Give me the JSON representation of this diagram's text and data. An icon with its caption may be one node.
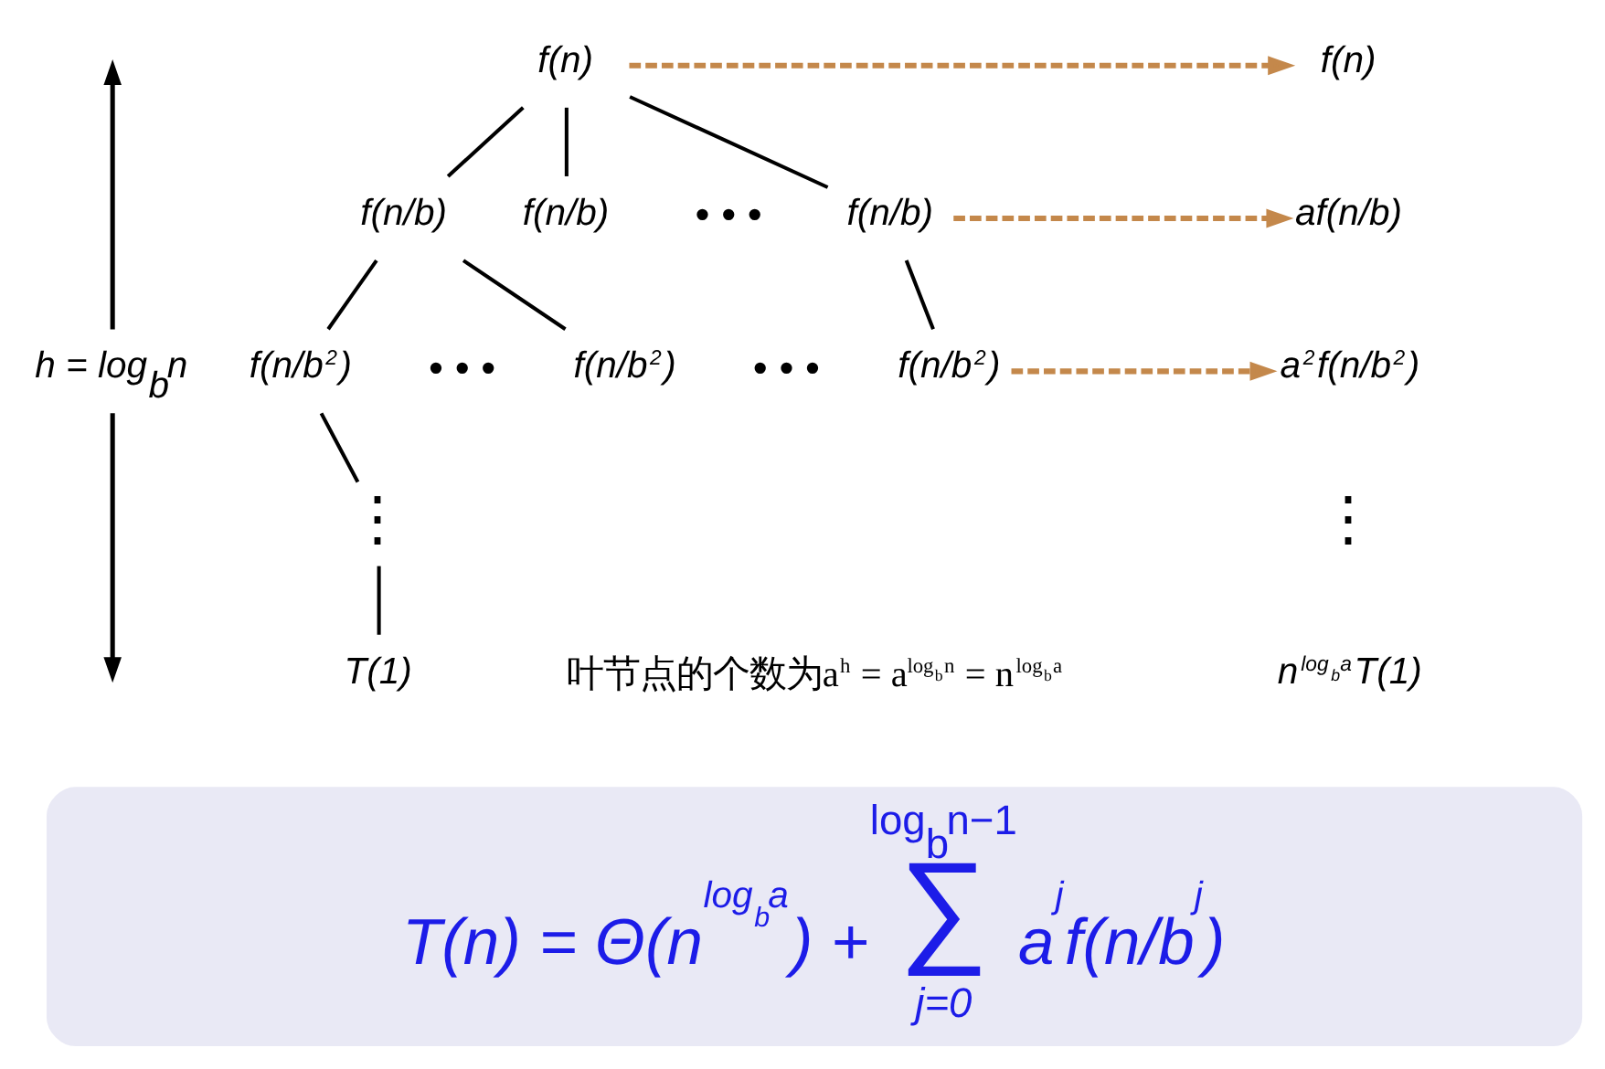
{
  "diagram": {
    "nodes": [
      {
        "text": [
          "f(n)"
        ]
      },
      {
        "text": [
          "f(n)"
        ]
      },
      {
        "text": [
          "f(n/b)"
        ]
      },
      {
        "text": [
          "f(n/b)"
        ]
      },
      {
        "text": [
          "f(n/b)"
        ]
      },
      {
        "text": [
          "af(n/b)"
        ]
      },
      {
        "text": [
          "f(n/b$^{2}$)"
        ]
      },
      {
        "text": [
          "f(n/b$^{2}$)"
        ]
      },
      {
        "text": [
          "f(n/b$^{2}$)"
        ]
      },
      {
        "text": [
          "a$^{2}$f(n/b$^{2}$)"
        ]
      },
      {
        "text": [
          "⋮"
        ]
      },
      {
        "text": [
          "T(1)"
        ]
      },
      {
        "text": [
          "n$^{log}$$_{b}$$^{a}$T(1)"
        ]
      },
      {
        "text": [
          "log$_{b}$n−1",
          "T(n) = Θ(n$^{log}$$_{b}$$^{a}$) +",
          "∑",
          "a$^{j}$f(n/b$^{j}$)",
          "j=0"
        ]
      }
    ],
    "edges": [
      {
        "from": 0,
        "to": 1,
        "arrow": "to",
        "style": "dashed",
        "color": "#c4884b"
      },
      {
        "from": 0,
        "to": 2,
        "arrow": "none"
      },
      {
        "from": 0,
        "to": 3,
        "arrow": "none"
      },
      {
        "from": 0,
        "to": 4,
        "arrow": "none"
      },
      {
        "from": 4,
        "to": 5,
        "arrow": "to",
        "style": "dashed",
        "color": "#c4884b"
      },
      {
        "from": 2,
        "to": 6,
        "arrow": "none"
      },
      {
        "from": 2,
        "to": 7,
        "arrow": "none"
      },
      {
        "from": 4,
        "to": 8,
        "arrow": "none"
      },
      {
        "from": 8,
        "to": 9,
        "arrow": "to",
        "style": "dashed",
        "color": "#c4884b"
      },
      {
        "from": 6,
        "to": 10,
        "arrow": "none"
      },
      {
        "from": 10,
        "to": 11,
        "arrow": "none"
      }
    ],
    "labels": [
      "• • •",
      "h = log$_{b}$n",
      "• • •",
      "• • •",
      "⋮",
      "叶节点的个数为a$^{h}$ = a$^{log}$$_{b}$$^{n}$ = n$^{log}$$_{b}$$^{a}$"
    ]
  }
}
